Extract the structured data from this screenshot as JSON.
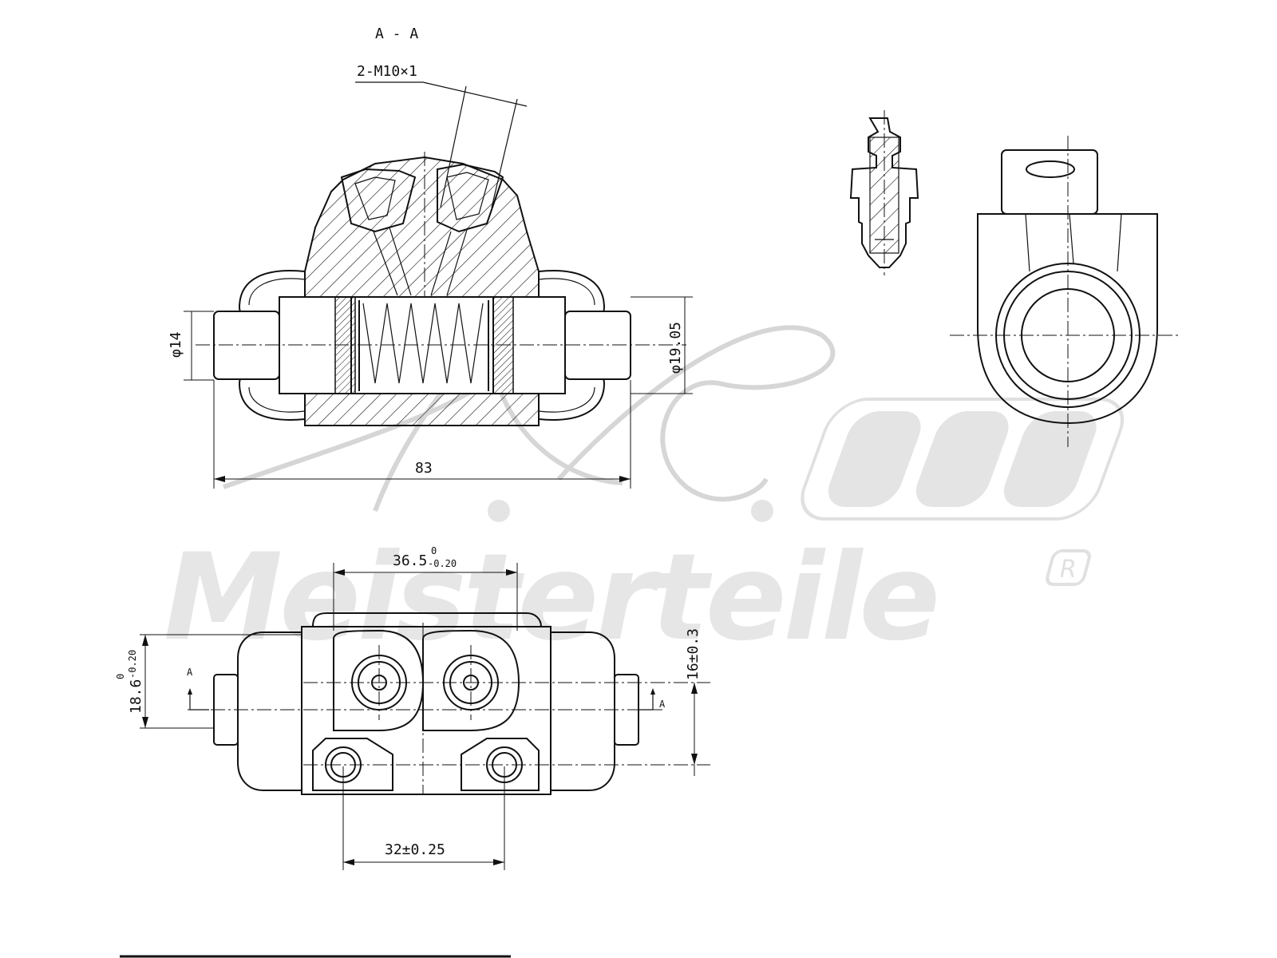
{
  "section_label": "A - A",
  "thread_callout": "2-M10×1",
  "dimensions": {
    "bore_small": "φ14",
    "bore_large": "φ19.05",
    "overall_length": "83",
    "port_spacing_base": "36.5",
    "port_spacing_tol_upper": "0",
    "port_spacing_tol_lower": "-0.20",
    "height_offset": "16±0.3",
    "body_height_base": "18.6",
    "body_height_tol_upper": "0",
    "body_height_tol_lower": "-0.20",
    "mount_spacing": "32±0.25"
  },
  "section_markers": {
    "left": "A",
    "right": "A"
  },
  "watermark": {
    "brand": "Meisterteile",
    "registered": "R"
  },
  "icons": {
    "bleeder": "bleed-screw-drawing",
    "end_view": "cylinder-end-view-drawing"
  }
}
